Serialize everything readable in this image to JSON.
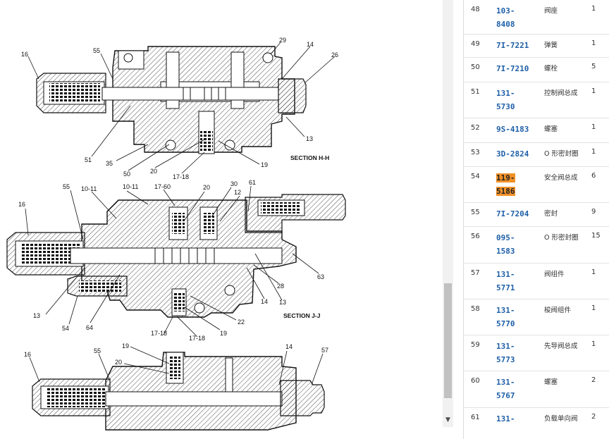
{
  "diagram": {
    "sections": [
      {
        "id": "hh",
        "title": "SECTION H-H",
        "callouts": [
          "16",
          "55",
          "29",
          "14",
          "26",
          "51",
          "35",
          "50",
          "20",
          "17-18",
          "19",
          "13"
        ]
      },
      {
        "id": "jj",
        "title": "SECTION J-J",
        "callouts": [
          "55",
          "10-11",
          "10-11",
          "17-60",
          "20",
          "30",
          "12",
          "61",
          "16",
          "63",
          "28",
          "14",
          "13",
          "22",
          "19",
          "17-18",
          "17-18",
          "64",
          "54",
          "13"
        ]
      },
      {
        "id": "bottom",
        "callouts": [
          "16",
          "55",
          "19",
          "20",
          "14",
          "57"
        ]
      }
    ]
  },
  "parts": [
    {
      "index": "48",
      "part_no": [
        "103-",
        "8408"
      ],
      "name": "阀座",
      "qty": "1"
    },
    {
      "index": "49",
      "part_no": [
        "7I-7221"
      ],
      "name": "弹簧",
      "qty": "1"
    },
    {
      "index": "50",
      "part_no": [
        "7I-7210"
      ],
      "name": "螺栓",
      "qty": "5"
    },
    {
      "index": "51",
      "part_no": [
        "131-",
        "5730"
      ],
      "name": "控制阀总成",
      "qty": "1"
    },
    {
      "index": "52",
      "part_no": [
        "9S-4183"
      ],
      "name": "螺塞",
      "qty": "1"
    },
    {
      "index": "53",
      "part_no": [
        "3D-2824"
      ],
      "name": "O 形密封圈",
      "qty": "1"
    },
    {
      "index": "54",
      "part_no": [
        "119-",
        "5186"
      ],
      "name": "安全阀总成",
      "qty": "6",
      "highlighted": true
    },
    {
      "index": "55",
      "part_no": [
        "7I-7204"
      ],
      "name": "密封",
      "qty": "9"
    },
    {
      "index": "56",
      "part_no": [
        "095-",
        "1583"
      ],
      "name": "O 形密封圈",
      "qty": "15"
    },
    {
      "index": "57",
      "part_no": [
        "131-",
        "5771"
      ],
      "name": "阀组件",
      "qty": "1"
    },
    {
      "index": "58",
      "part_no": [
        "131-",
        "5770"
      ],
      "name": "梭阀组件",
      "qty": "1"
    },
    {
      "index": "59",
      "part_no": [
        "131-",
        "5773"
      ],
      "name": "先导阀总成",
      "qty": "1"
    },
    {
      "index": "60",
      "part_no": [
        "131-",
        "5767"
      ],
      "name": "螺塞",
      "qty": "2"
    },
    {
      "index": "61",
      "part_no": [
        "131-"
      ],
      "name": "负载单向阀",
      "qty": "2"
    }
  ],
  "colors": {
    "link": "#1e5fa8",
    "highlight": "#f29128"
  }
}
